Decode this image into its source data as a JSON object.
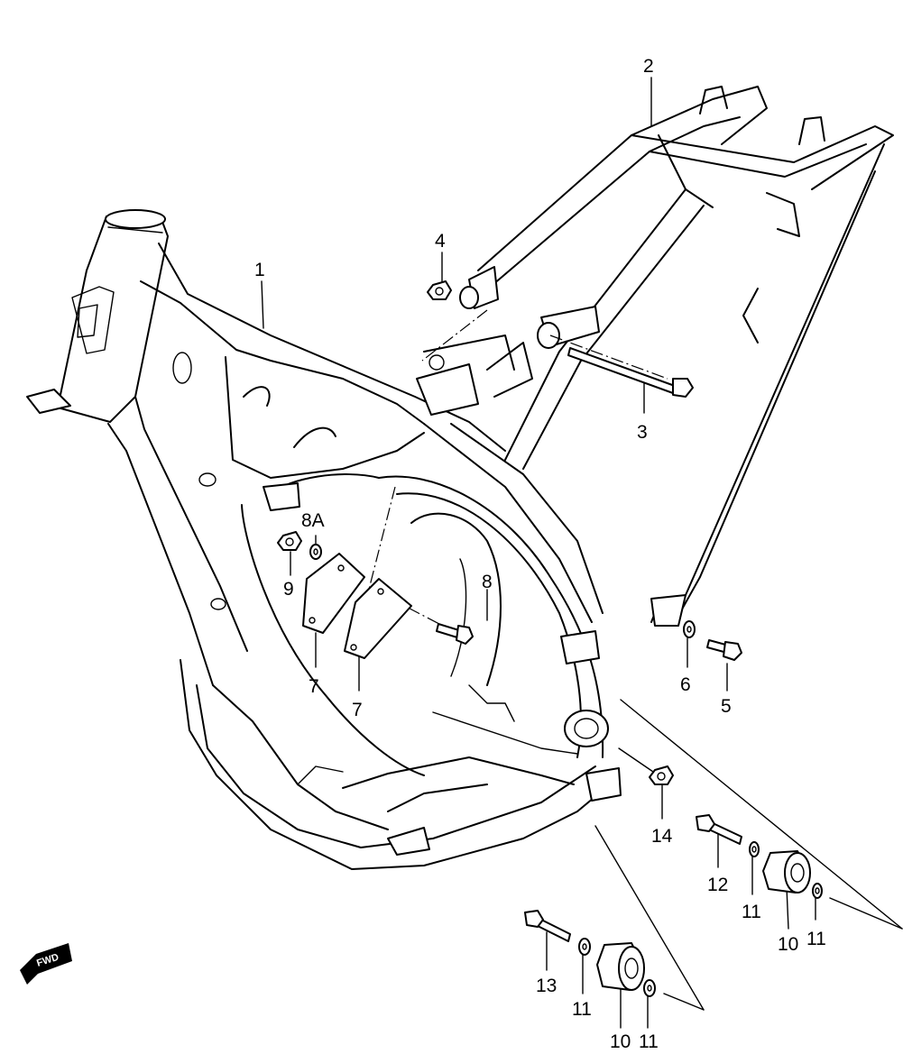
{
  "callouts": {
    "c1": "1",
    "c2": "2",
    "c3": "3",
    "c4": "4",
    "c5": "5",
    "c6": "6",
    "c7a": "7",
    "c7b": "7",
    "c8": "8",
    "c8a": "8A",
    "c9": "9",
    "c10a": "10",
    "c10b": "10",
    "c11a": "11",
    "c11b": "11",
    "c11c": "11",
    "c11d": "11",
    "c12": "12",
    "c13": "13",
    "c14": "14"
  },
  "direction_badge": "FWD"
}
